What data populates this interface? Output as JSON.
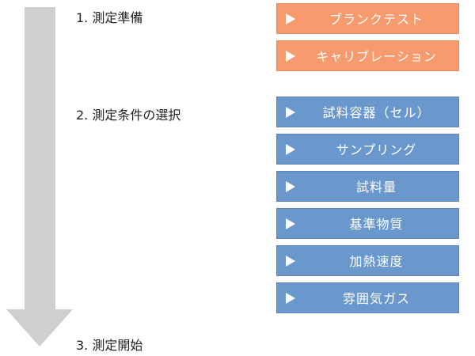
{
  "steps": [
    {
      "label": "1. 測定準備"
    },
    {
      "label": "2. 測定条件の選択"
    },
    {
      "label": "3. 測定開始"
    }
  ],
  "prep_buttons": [
    {
      "label": "ブランクテスト"
    },
    {
      "label": "キャリブレーション"
    }
  ],
  "condition_buttons": [
    {
      "label": "試料容器（セル）"
    },
    {
      "label": "サンプリング"
    },
    {
      "label": "試料量"
    },
    {
      "label": "基準物質"
    },
    {
      "label": "加熱速度"
    },
    {
      "label": "雰囲気ガス"
    }
  ],
  "colors": {
    "prep": "#f79a6d",
    "condition": "#6a98cc",
    "arrow": "#cfcfcf"
  }
}
